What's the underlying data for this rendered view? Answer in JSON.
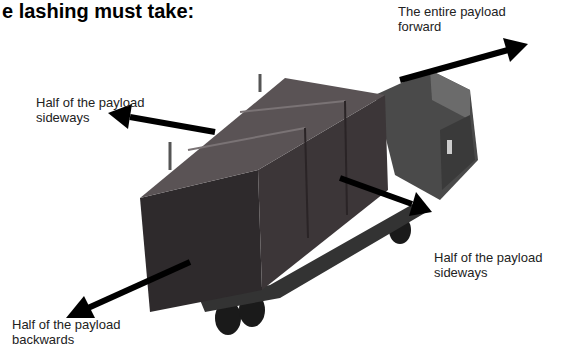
{
  "diagram": {
    "labels": [
      "e lashing must take:",
      "The entire payload forward",
      "Half of the payload sideways",
      "Half of the payload sideways",
      "Half of the payload backwards"
    ]
  }
}
